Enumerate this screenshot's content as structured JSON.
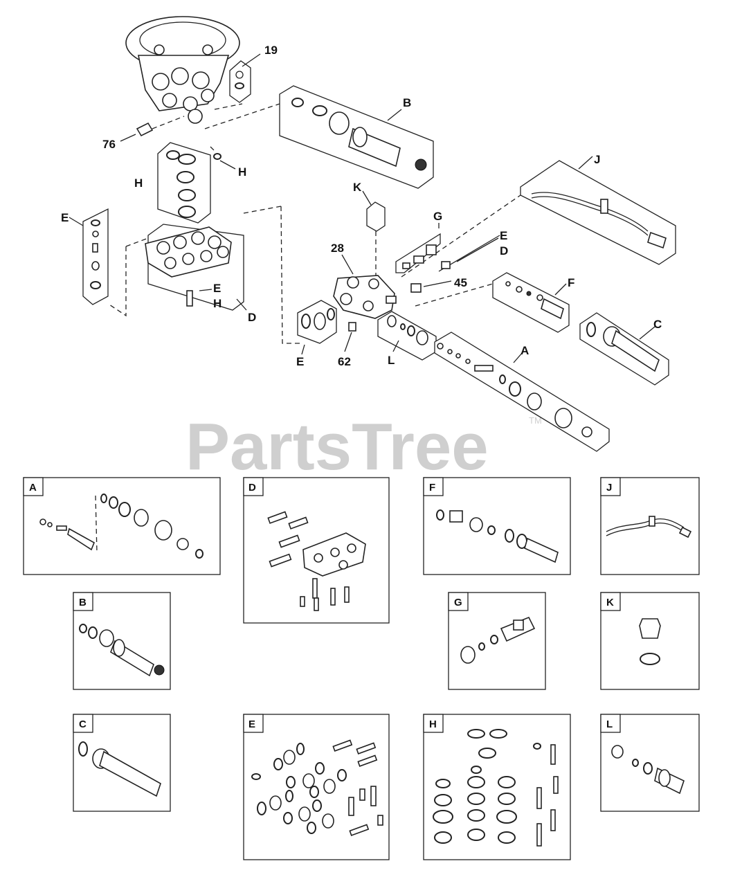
{
  "watermark": {
    "brand": "PartsTree",
    "trademark": "TM"
  },
  "callouts": [
    "19",
    "B",
    "76",
    "H",
    "H",
    "J",
    "K",
    "G",
    "E",
    "D",
    "28",
    "45",
    "F",
    "E",
    "H",
    "D",
    "C",
    "E",
    "62",
    "L",
    "A"
  ],
  "kit_boxes": [
    "A",
    "D",
    "F",
    "J",
    "B",
    "G",
    "K",
    "C",
    "E",
    "H",
    "L"
  ]
}
